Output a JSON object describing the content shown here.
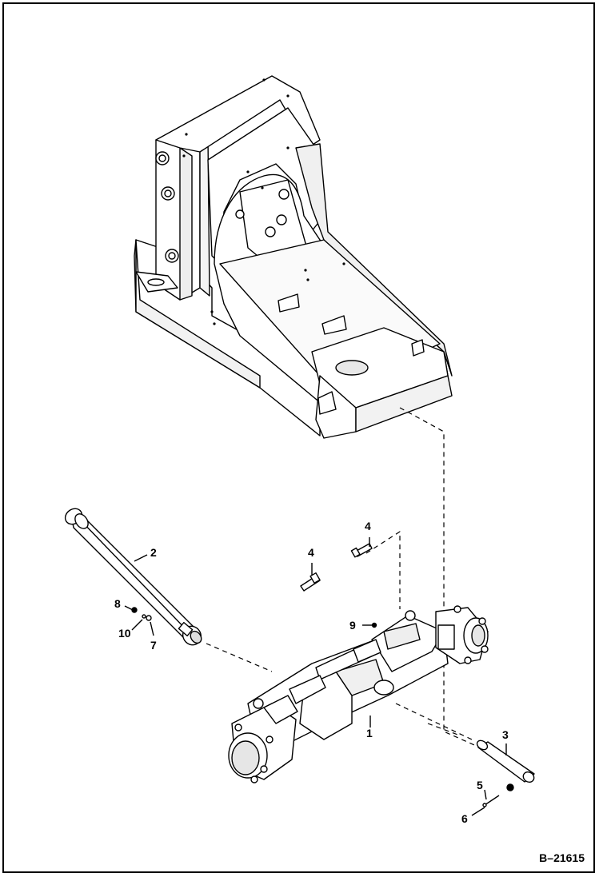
{
  "figure_number": "B–21615",
  "callouts": [
    {
      "id": "axle",
      "text": "1"
    },
    {
      "id": "driveshaft",
      "text": "2"
    },
    {
      "id": "pivot-pin",
      "text": "3"
    },
    {
      "id": "bolt-a",
      "text": "4"
    },
    {
      "id": "bolt-b",
      "text": "4"
    },
    {
      "id": "cotter",
      "text": "5"
    },
    {
      "id": "nut",
      "text": "6"
    },
    {
      "id": "washer-7",
      "text": "7"
    },
    {
      "id": "nut-8",
      "text": "8"
    },
    {
      "id": "grease-fitting",
      "text": "9"
    },
    {
      "id": "washer-10",
      "text": "10"
    }
  ],
  "colors": {
    "line": "#000000",
    "background": "#ffffff",
    "fill": "#ffffff",
    "shade": "#e6e6e6"
  }
}
